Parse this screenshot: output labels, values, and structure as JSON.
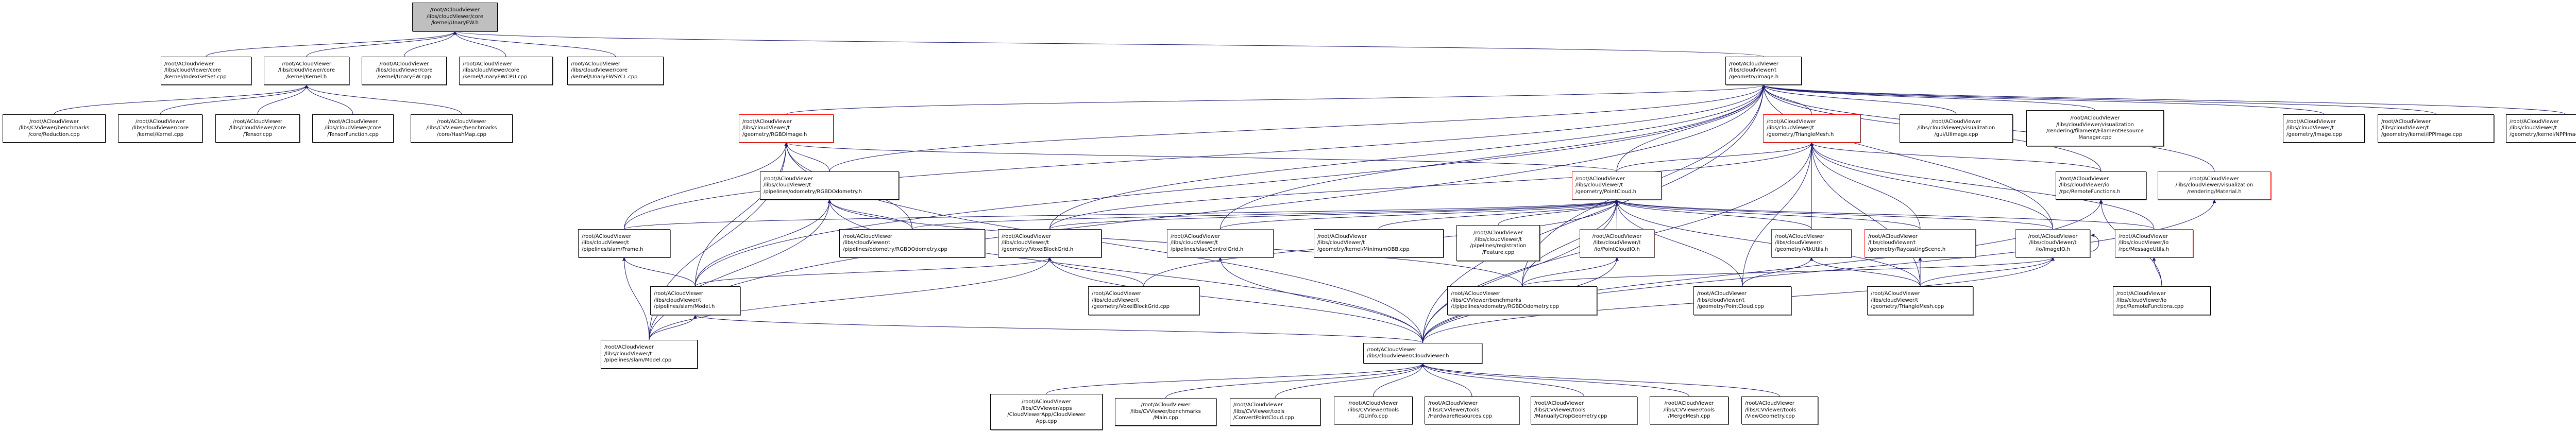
{
  "graph": {
    "title": "Include dependency graph for UnaryEW.h",
    "edge_color": "#191970",
    "highlight_border_color": "#ff0000",
    "focus_fill_color": "#bfbfbf",
    "nodes": [
      {
        "id": "unaryew_h",
        "label": "/root/ACloudViewer\n/libs/cloudViewer/core\n/kernel/UnaryEW.h",
        "style": "focus"
      },
      {
        "id": "indexgetset_cpp",
        "label": "/root/ACloudViewer\n/libs/cloudViewer/core\n/kernel/IndexGetSet.cpp",
        "style": "normal"
      },
      {
        "id": "kernel_h",
        "label": "/root/ACloudViewer\n/libs/cloudViewer/core\n/kernel/Kernel.h",
        "style": "normal"
      },
      {
        "id": "unaryew_cpp",
        "label": "/root/ACloudViewer\n/libs/cloudViewer/core\n/kernel/UnaryEW.cpp",
        "style": "normal"
      },
      {
        "id": "unaryewcpu_cpp",
        "label": "/root/ACloudViewer\n/libs/cloudViewer/core\n/kernel/UnaryEWCPU.cpp",
        "style": "normal"
      },
      {
        "id": "unaryewsycl_cpp",
        "label": "/root/ACloudViewer\n/libs/cloudViewer/core\n/kernel/UnaryEWSYCL.cpp",
        "style": "normal"
      },
      {
        "id": "reduction_cpp",
        "label": "/root/ACloudViewer\n/libs/CVViewer/benchmarks\n/core/Reduction.cpp",
        "style": "normal"
      },
      {
        "id": "kernel_cpp",
        "label": "/root/ACloudViewer\n/libs/cloudViewer/core\n/kernel/Kernel.cpp",
        "style": "normal"
      },
      {
        "id": "tensor_cpp",
        "label": "/root/ACloudViewer\n/libs/cloudViewer/core\n/Tensor.cpp",
        "style": "normal"
      },
      {
        "id": "tensorfunction_cpp",
        "label": "/root/ACloudViewer\n/libs/cloudViewer/core\n/TensorFunction.cpp",
        "style": "normal"
      },
      {
        "id": "hashmap_cpp",
        "label": "/root/ACloudViewer\n/libs/CVViewer/benchmarks\n/core/HashMap.cpp",
        "style": "normal"
      },
      {
        "id": "image_h",
        "label": "/root/ACloudViewer\n/libs/cloudViewer/t\n/geometry/Image.h",
        "style": "normal"
      },
      {
        "id": "rgbdimage_h",
        "label": "/root/ACloudViewer\n/libs/cloudViewer/t\n/geometry/RGBDImage.h",
        "style": "red"
      },
      {
        "id": "rgbdodometry_h",
        "label": "/root/ACloudViewer\n/libs/cloudViewer/t\n/pipelines/odometry/RGBDOdometry.h",
        "style": "normal"
      },
      {
        "id": "trianglemesh_h",
        "label": "/root/ACloudViewer\n/libs/cloudViewer/t\n/geometry/TriangleMesh.h",
        "style": "red"
      },
      {
        "id": "uiimage_cpp",
        "label": "/root/ACloudViewer\n/libs/cloudViewer/visualization\n/gui/UIImage.cpp",
        "style": "normal"
      },
      {
        "id": "filament_cpp",
        "label": "/root/ACloudViewer\n/libs/cloudViewer/visualization\n/rendering/filament/FilamentResource\nManager.cpp",
        "style": "normal"
      },
      {
        "id": "image_cpp",
        "label": "/root/ACloudViewer\n/libs/cloudViewer/t\n/geometry/Image.cpp",
        "style": "normal"
      },
      {
        "id": "ippimage_cpp",
        "label": "/root/ACloudViewer\n/libs/cloudViewer/t\n/geometry/kernel/IPPImage.cpp",
        "style": "normal"
      },
      {
        "id": "nppimage_cpp",
        "label": "/root/ACloudViewer\n/libs/cloudViewer/t\n/geometry/kernel/NPPImage.cpp",
        "style": "normal"
      },
      {
        "id": "pointcloud_h",
        "label": "/root/ACloudViewer\n/libs/cloudViewer/t\n/geometry/PointCloud.h",
        "style": "red"
      },
      {
        "id": "remotefunctions_h",
        "label": "/root/ACloudViewer\n/libs/cloudViewer/io\n/rpc/RemoteFunctions.h",
        "style": "normal"
      },
      {
        "id": "material_h",
        "label": "/root/ACloudViewer\n/libs/cloudViewer/visualization\n/rendering/Material.h",
        "style": "red"
      },
      {
        "id": "frame_h",
        "label": "/root/ACloudViewer\n/libs/cloudViewer/t\n/pipelines/slam/Frame.h",
        "style": "normal"
      },
      {
        "id": "rgbdodometry_cpp",
        "label": "/root/ACloudViewer\n/libs/cloudViewer/t\n/pipelines/odometry/RGBDOdometry.cpp",
        "style": "normal"
      },
      {
        "id": "voxelblockgrid_h",
        "label": "/root/ACloudViewer\n/libs/cloudViewer/t\n/geometry/VoxelBlockGrid.h",
        "style": "normal"
      },
      {
        "id": "controlgrid_h",
        "label": "/root/ACloudViewer\n/libs/cloudViewer/t\n/pipelines/slac/ControlGrid.h",
        "style": "red"
      },
      {
        "id": "minimumobb_cpp",
        "label": "/root/ACloudViewer\n/libs/cloudViewer/t\n/geometry/kernel/MinimumOBB.cpp",
        "style": "normal"
      },
      {
        "id": "feature_cpp",
        "label": "/root/ACloudViewer\n/libs/cloudViewer/t\n/pipelines/registration\n/Feature.cpp",
        "style": "normal"
      },
      {
        "id": "pointcloudio_h",
        "label": "/root/ACloudViewer\n/libs/cloudViewer/t\n/io/PointCloudIO.h",
        "style": "red"
      },
      {
        "id": "vtkutils_h",
        "label": "/root/ACloudViewer\n/libs/cloudViewer/t\n/geometry/VtkUtils.h",
        "style": "red"
      },
      {
        "id": "raycastingscene_h",
        "label": "/root/ACloudViewer\n/libs/cloudViewer/t\n/geometry/RaycastingScene.h",
        "style": "red"
      },
      {
        "id": "imageio_h",
        "label": "/root/ACloudViewer\n/libs/cloudViewer/t\n/io/ImageIO.h",
        "style": "red"
      },
      {
        "id": "messageutils_h",
        "label": "/root/ACloudViewer\n/libs/cloudViewer/io\n/rpc/MessageUtils.h",
        "style": "red"
      },
      {
        "id": "model_h",
        "label": "/root/ACloudViewer\n/libs/cloudViewer/t\n/pipelines/slam/Model.h",
        "style": "normal"
      },
      {
        "id": "voxelblockgrid_cpp",
        "label": "/root/ACloudViewer\n/libs/cloudViewer/t\n/geometry/VoxelBlockGrid.cpp",
        "style": "normal"
      },
      {
        "id": "bench_rgbdodometry_cpp",
        "label": "/root/ACloudViewer\n/libs/CVViewer/benchmarks\n/t/pipelines/odometry/RGBDOdometry.cpp",
        "style": "normal"
      },
      {
        "id": "pointcloud_cpp",
        "label": "/root/ACloudViewer\n/libs/cloudViewer/t\n/geometry/PointCloud.cpp",
        "style": "normal"
      },
      {
        "id": "trianglemesh_cpp",
        "label": "/root/ACloudViewer\n/libs/cloudViewer/t\n/geometry/TriangleMesh.cpp",
        "style": "normal"
      },
      {
        "id": "remotefunctions_cpp",
        "label": "/root/ACloudViewer\n/libs/cloudViewer/io\n/rpc/RemoteFunctions.cpp",
        "style": "normal"
      },
      {
        "id": "model_cpp",
        "label": "/root/ACloudViewer\n/libs/cloudViewer/t\n/pipelines/slam/Model.cpp",
        "style": "normal"
      },
      {
        "id": "cloudviewer_h",
        "label": "/root/ACloudViewer\n/libs/cloudViewer/CloudViewer.h",
        "style": "normal"
      },
      {
        "id": "cloudviewerapp_cpp",
        "label": "/root/ACloudViewer\n/libs/CVViewer/apps\n/CloudViewerApp/CloudViewer\nApp.cpp",
        "style": "normal"
      },
      {
        "id": "main_cpp",
        "label": "/root/ACloudViewer\n/libs/CVViewer/benchmarks\n/Main.cpp",
        "style": "normal"
      },
      {
        "id": "convertpointcloud_cpp",
        "label": "/root/ACloudViewer\n/libs/CVViewer/tools\n/ConvertPointCloud.cpp",
        "style": "normal"
      },
      {
        "id": "glinfo_cpp",
        "label": "/root/ACloudViewer\n/libs/CVViewer/tools\n/GLInfo.cpp",
        "style": "normal"
      },
      {
        "id": "hardwareresources_cpp",
        "label": "/root/ACloudViewer\n/libs/CVViewer/tools\n/HardwareResources.cpp",
        "style": "normal"
      },
      {
        "id": "manuallycropgeometry_cpp",
        "label": "/root/ACloudViewer\n/libs/CVViewer/tools\n/ManuallyCropGeometry.cpp",
        "style": "normal"
      },
      {
        "id": "mergemesh_cpp",
        "label": "/root/ACloudViewer\n/libs/CVViewer/tools\n/MergeMesh.cpp",
        "style": "normal"
      },
      {
        "id": "viewgeometry_cpp",
        "label": "/root/ACloudViewer\n/libs/CVViewer/tools\n/ViewGeometry.cpp",
        "style": "normal"
      }
    ],
    "edges": [
      [
        "indexgetset_cpp",
        "unaryew_h"
      ],
      [
        "kernel_h",
        "unaryew_h"
      ],
      [
        "unaryew_cpp",
        "unaryew_h"
      ],
      [
        "unaryewcpu_cpp",
        "unaryew_h"
      ],
      [
        "unaryewsycl_cpp",
        "unaryew_h"
      ],
      [
        "image_h",
        "unaryew_h"
      ],
      [
        "reduction_cpp",
        "kernel_h"
      ],
      [
        "kernel_cpp",
        "kernel_h"
      ],
      [
        "tensor_cpp",
        "kernel_h"
      ],
      [
        "tensorfunction_cpp",
        "kernel_h"
      ],
      [
        "hashmap_cpp",
        "kernel_h"
      ],
      [
        "rgbdimage_h",
        "image_h"
      ],
      [
        "rgbdodometry_h",
        "image_h"
      ],
      [
        "trianglemesh_h",
        "image_h"
      ],
      [
        "uiimage_cpp",
        "image_h"
      ],
      [
        "filament_cpp",
        "image_h"
      ],
      [
        "image_cpp",
        "image_h"
      ],
      [
        "ippimage_cpp",
        "image_h"
      ],
      [
        "nppimage_cpp",
        "image_h"
      ],
      [
        "pointcloud_h",
        "image_h"
      ],
      [
        "remotefunctions_h",
        "image_h"
      ],
      [
        "material_h",
        "image_h"
      ],
      [
        "frame_h",
        "image_h"
      ],
      [
        "voxelblockgrid_h",
        "image_h"
      ],
      [
        "controlgrid_h",
        "image_h"
      ],
      [
        "imageio_h",
        "image_h"
      ],
      [
        "model_h",
        "image_h"
      ],
      [
        "model_cpp",
        "image_h"
      ],
      [
        "cloudviewer_h",
        "image_h"
      ],
      [
        "bench_rgbdodometry_cpp",
        "image_h"
      ],
      [
        "rgbdodometry_h",
        "rgbdimage_h"
      ],
      [
        "frame_h",
        "rgbdimage_h"
      ],
      [
        "model_h",
        "rgbdimage_h"
      ],
      [
        "model_cpp",
        "rgbdimage_h"
      ],
      [
        "rgbdodometry_cpp",
        "rgbdimage_h"
      ],
      [
        "pointcloud_h",
        "rgbdimage_h"
      ],
      [
        "cloudviewer_h",
        "rgbdimage_h"
      ],
      [
        "rgbdodometry_cpp",
        "rgbdodometry_h"
      ],
      [
        "model_h",
        "rgbdodometry_h"
      ],
      [
        "model_cpp",
        "rgbdodometry_h"
      ],
      [
        "bench_rgbdodometry_cpp",
        "rgbdodometry_h"
      ],
      [
        "cloudviewer_h",
        "rgbdodometry_h"
      ],
      [
        "pointcloud_h",
        "trianglemesh_h"
      ],
      [
        "voxelblockgrid_h",
        "trianglemesh_h"
      ],
      [
        "vtkutils_h",
        "trianglemesh_h"
      ],
      [
        "raycastingscene_h",
        "trianglemesh_h"
      ],
      [
        "imageio_h",
        "trianglemesh_h"
      ],
      [
        "messageutils_h",
        "trianglemesh_h"
      ],
      [
        "remotefunctions_h",
        "trianglemesh_h"
      ],
      [
        "pointcloud_cpp",
        "trianglemesh_h"
      ],
      [
        "trianglemesh_cpp",
        "trianglemesh_h"
      ],
      [
        "cloudviewer_h",
        "trianglemesh_h"
      ],
      [
        "frame_h",
        "pointcloud_h"
      ],
      [
        "rgbdodometry_cpp",
        "pointcloud_h"
      ],
      [
        "voxelblockgrid_h",
        "pointcloud_h"
      ],
      [
        "controlgrid_h",
        "pointcloud_h"
      ],
      [
        "minimumobb_cpp",
        "pointcloud_h"
      ],
      [
        "feature_cpp",
        "pointcloud_h"
      ],
      [
        "pointcloudio_h",
        "pointcloud_h"
      ],
      [
        "vtkutils_h",
        "pointcloud_h"
      ],
      [
        "raycastingscene_h",
        "pointcloud_h"
      ],
      [
        "imageio_h",
        "pointcloud_h"
      ],
      [
        "messageutils_h",
        "pointcloud_h"
      ],
      [
        "voxelblockgrid_cpp",
        "pointcloud_h"
      ],
      [
        "pointcloud_cpp",
        "pointcloud_h"
      ],
      [
        "trianglemesh_cpp",
        "pointcloud_h"
      ],
      [
        "bench_rgbdodometry_cpp",
        "pointcloud_h"
      ],
      [
        "cloudviewer_h",
        "pointcloud_h"
      ],
      [
        "model_h",
        "frame_h"
      ],
      [
        "model_cpp",
        "frame_h"
      ],
      [
        "model_h",
        "voxelblockgrid_h"
      ],
      [
        "model_cpp",
        "voxelblockgrid_h"
      ],
      [
        "voxelblockgrid_cpp",
        "voxelblockgrid_h"
      ],
      [
        "cloudviewer_h",
        "voxelblockgrid_h"
      ],
      [
        "cloudviewer_h",
        "controlgrid_h"
      ],
      [
        "bench_rgbdodometry_cpp",
        "pointcloudio_h"
      ],
      [
        "cloudviewer_h",
        "pointcloudio_h"
      ],
      [
        "pointcloud_cpp",
        "vtkutils_h"
      ],
      [
        "trianglemesh_cpp",
        "vtkutils_h"
      ],
      [
        "trianglemesh_cpp",
        "raycastingscene_h"
      ],
      [
        "imageio_h",
        "imageio_h"
      ],
      [
        "bench_rgbdodometry_cpp",
        "imageio_h"
      ],
      [
        "trianglemesh_cpp",
        "imageio_h"
      ],
      [
        "cloudviewer_h",
        "imageio_h"
      ],
      [
        "remotefunctions_cpp",
        "messageutils_h"
      ],
      [
        "remotefunctions_cpp",
        "remotefunctions_h"
      ],
      [
        "cloudviewer_h",
        "remotefunctions_h"
      ],
      [
        "cloudviewer_h",
        "material_h"
      ],
      [
        "model_cpp",
        "model_h"
      ],
      [
        "cloudviewer_h",
        "model_h"
      ],
      [
        "cloudviewerapp_cpp",
        "cloudviewer_h"
      ],
      [
        "main_cpp",
        "cloudviewer_h"
      ],
      [
        "convertpointcloud_cpp",
        "cloudviewer_h"
      ],
      [
        "glinfo_cpp",
        "cloudviewer_h"
      ],
      [
        "hardwareresources_cpp",
        "cloudviewer_h"
      ],
      [
        "manuallycropgeometry_cpp",
        "cloudviewer_h"
      ],
      [
        "mergemesh_cpp",
        "cloudviewer_h"
      ],
      [
        "viewgeometry_cpp",
        "cloudviewer_h"
      ]
    ]
  }
}
